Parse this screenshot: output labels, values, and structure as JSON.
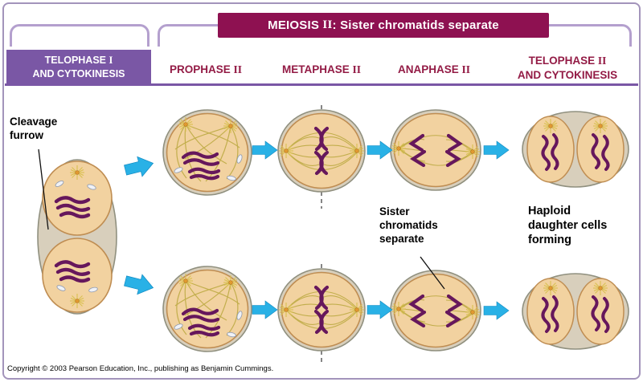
{
  "title": {
    "text_pre": "MEIOSIS",
    "numeral": "II",
    "text_post": ": Sister chromatids separate"
  },
  "phases": {
    "telophase1": {
      "line1_text": "TELOPHASE",
      "line1_numeral": "I",
      "line2": "AND CYTOKINESIS"
    },
    "prophase2": {
      "text": "PROPHASE",
      "numeral": "II"
    },
    "metaphase2": {
      "text": "METAPHASE",
      "numeral": "II"
    },
    "anaphase2": {
      "text": "ANAPHASE",
      "numeral": "II"
    },
    "telophase2": {
      "line1_text": "TELOPHASE",
      "line1_numeral": "II",
      "line2": "AND CYTOKINESIS"
    }
  },
  "annotations": {
    "cleavage_furrow": [
      "Cleavage",
      "furrow"
    ],
    "sister_chromatids": [
      "Sister",
      "chromatids",
      "separate"
    ],
    "haploid": [
      "Haploid",
      "daughter cells",
      "forming"
    ]
  },
  "footer": {
    "copyright": "Copyright © 2003 Pearson Education, Inc., publishing as Benjamin Cummings."
  },
  "diagram": {
    "rows": 2,
    "stages": [
      "telophase-i-and-cytokinesis",
      "prophase-ii",
      "metaphase-ii",
      "anaphase-ii",
      "telophase-ii-and-cytokinesis"
    ],
    "arrow_icon": "right-arrow"
  },
  "colors": {
    "title_bg": "#8e1151",
    "phase_text": "#931b45",
    "telophase_box_bg": "#7a57a5",
    "bracket": "#b4a0ce",
    "underline": "#7a57a5",
    "arrow": "#29b1e6",
    "cell_fill": "#f2d2a0",
    "cell_rim": "#bf8d52",
    "cell_shadow": "#d8cfbc",
    "chromosome": "#66175c",
    "spindle_fiber": "#c2ae4c",
    "aster": "#dd9a2f"
  }
}
